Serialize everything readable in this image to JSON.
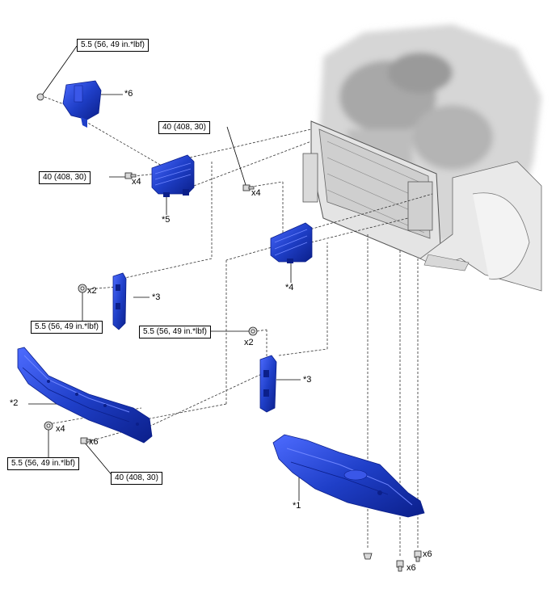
{
  "torque": {
    "t1": "5.5 (56, 49 in.*lbf)",
    "t2": "40 (408, 30)",
    "t3": "40 (408, 30)",
    "t4": "5.5 (56, 49 in.*lbf)",
    "t5": "5.5 (56, 49 in.*lbf)",
    "t6": "5.5 (56, 49 in.*lbf)",
    "t7": "40 (408, 30)"
  },
  "parts": {
    "p1": "*1",
    "p2": "*2",
    "p3a": "*3",
    "p3b": "*3",
    "p4": "*4",
    "p5": "*5",
    "p6": "*6"
  },
  "qty": {
    "q_p5_bolt": "x4",
    "q_top_bolt": "x4",
    "q_p3a_nut": "x2",
    "q_p3b_nut": "x2",
    "q_p2_nut": "x4",
    "q_p2_bolt": "x6",
    "q_bottom_a": "x6",
    "q_bottom_b": "x6"
  },
  "colors": {
    "part_blue": "#1f3fc8",
    "part_dark": "#0b1f8a",
    "part_light": "#4d6bff",
    "engine_gray": "#c9c9c9"
  }
}
